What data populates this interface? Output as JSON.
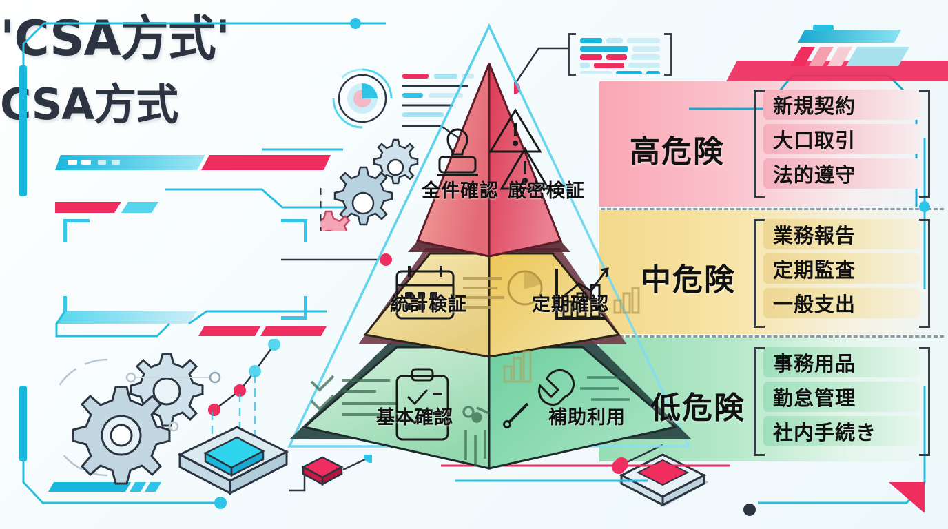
{
  "title_primary": "'CSA方式'",
  "title_secondary": "CSA方式",
  "pyramid": {
    "tiers": [
      {
        "level": "high",
        "risk_label": "高危険",
        "color": "#e0415c",
        "facets": [
          {
            "label": "全件確認",
            "icon": "stamp-icon"
          },
          {
            "label": "厳密検証",
            "icon": "warning-triangle-icon"
          }
        ],
        "tags": [
          "新規契約",
          "大口取引",
          "法的遵守"
        ]
      },
      {
        "level": "medium",
        "risk_label": "中危険",
        "color": "#e3c35a",
        "facets": [
          {
            "label": "統計検証",
            "icon": "calendar-icon"
          },
          {
            "label": "定期確認",
            "icon": "bar-chart-icon"
          }
        ],
        "tags": [
          "業務報告",
          "定期監査",
          "一般支出"
        ]
      },
      {
        "level": "low",
        "risk_label": "低危険",
        "color": "#4fc98d",
        "facets": [
          {
            "label": "基本確認",
            "icon": "clipboard-check-icon"
          },
          {
            "label": "補助利用",
            "icon": "wrench-icon"
          }
        ],
        "tags": [
          "事務用品",
          "勤怠管理",
          "社内手続き"
        ]
      }
    ]
  },
  "palette": {
    "accent_cyan": "#29bfe0",
    "accent_pink": "#ef2d5e",
    "ink": "#2b3440",
    "high": "#e0415c",
    "medium": "#e3c35a",
    "low": "#4fc98d"
  }
}
